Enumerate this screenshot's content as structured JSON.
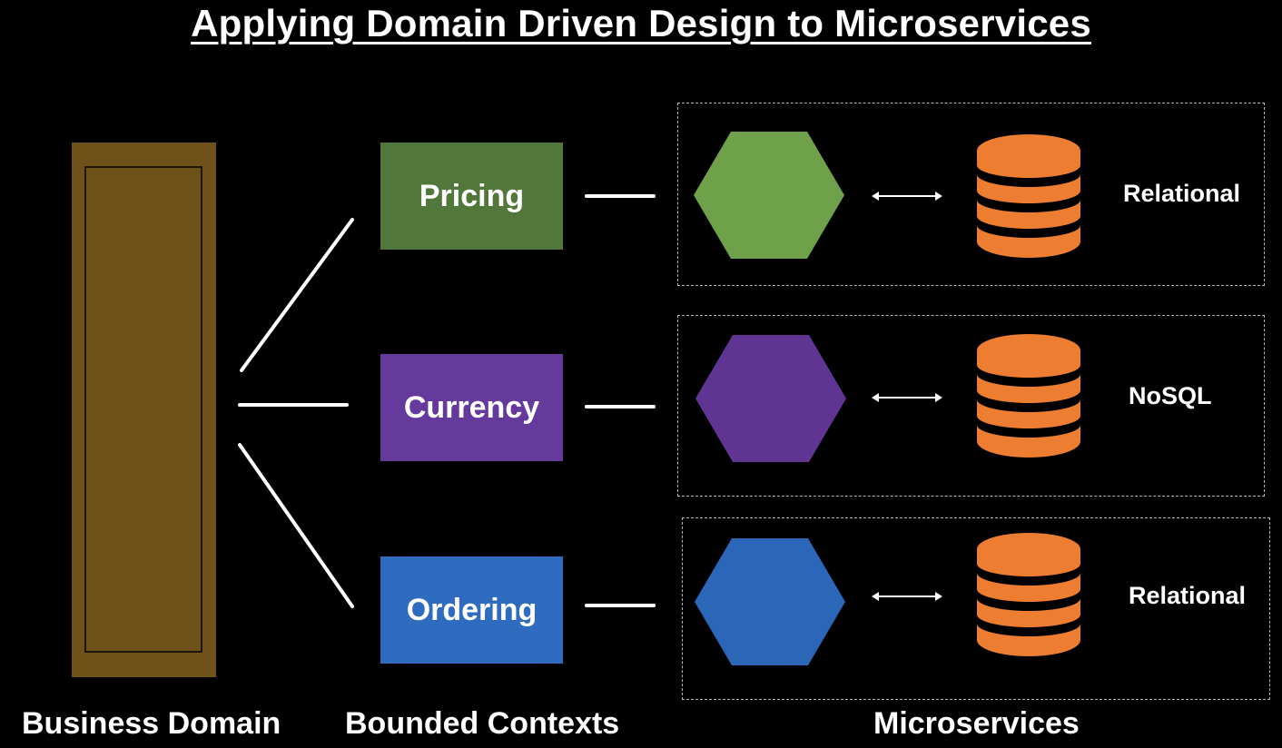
{
  "title": "Applying Domain Driven Design to Microservices",
  "colors": {
    "background": "#000000",
    "domain": "#6f521a",
    "pricing": "#52773a",
    "currency": "#653a9c",
    "ordering": "#2f6cbf",
    "microservice_pricing": "#6fa04a",
    "microservice_currency": "#5f3493",
    "microservice_ordering": "#2b66b8",
    "database": "#ed7d31"
  },
  "contexts": [
    {
      "label": "Pricing"
    },
    {
      "label": "Currency"
    },
    {
      "label": "Ordering"
    }
  ],
  "microservices": [
    {
      "database_type": "Relational"
    },
    {
      "database_type": "NoSQL"
    },
    {
      "database_type": "Relational"
    }
  ],
  "icons": {
    "microservice": "hexagon-icon",
    "database": "database-icon",
    "link": "double-arrow-icon"
  },
  "footer": {
    "business_domain": "Business Domain",
    "bounded_contexts": "Bounded Contexts",
    "microservices": "Microservices"
  }
}
